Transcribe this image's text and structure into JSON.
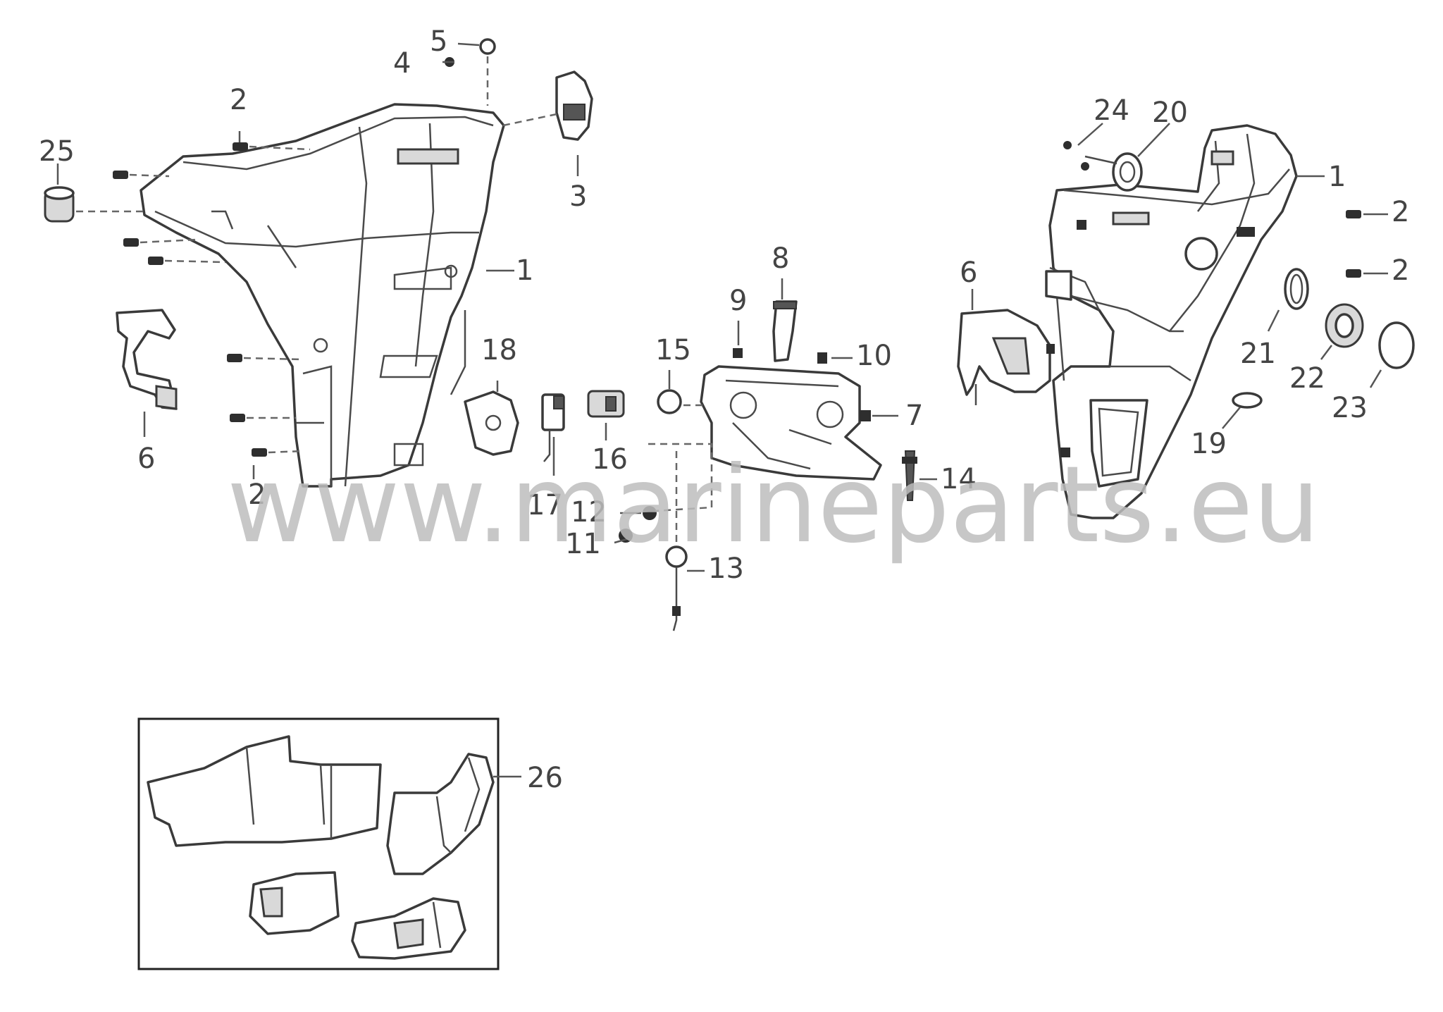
{
  "diagram": {
    "watermark": "www.marineparts.eu",
    "labels": {
      "l1a": "1",
      "l1b": "1",
      "l2a": "2",
      "l2b": "2",
      "l2c": "2",
      "l2d": "2",
      "l3": "3",
      "l4": "4",
      "l5": "5",
      "l6a": "6",
      "l6b": "6",
      "l7": "7",
      "l8": "8",
      "l9": "9",
      "l10": "10",
      "l11": "11",
      "l12": "12",
      "l13": "13",
      "l14": "14",
      "l15": "15",
      "l16": "16",
      "l17": "17",
      "l18": "18",
      "l19": "19",
      "l20": "20",
      "l21": "21",
      "l22": "22",
      "l23": "23",
      "l24": "24",
      "l25": "25",
      "l26": "26"
    }
  }
}
